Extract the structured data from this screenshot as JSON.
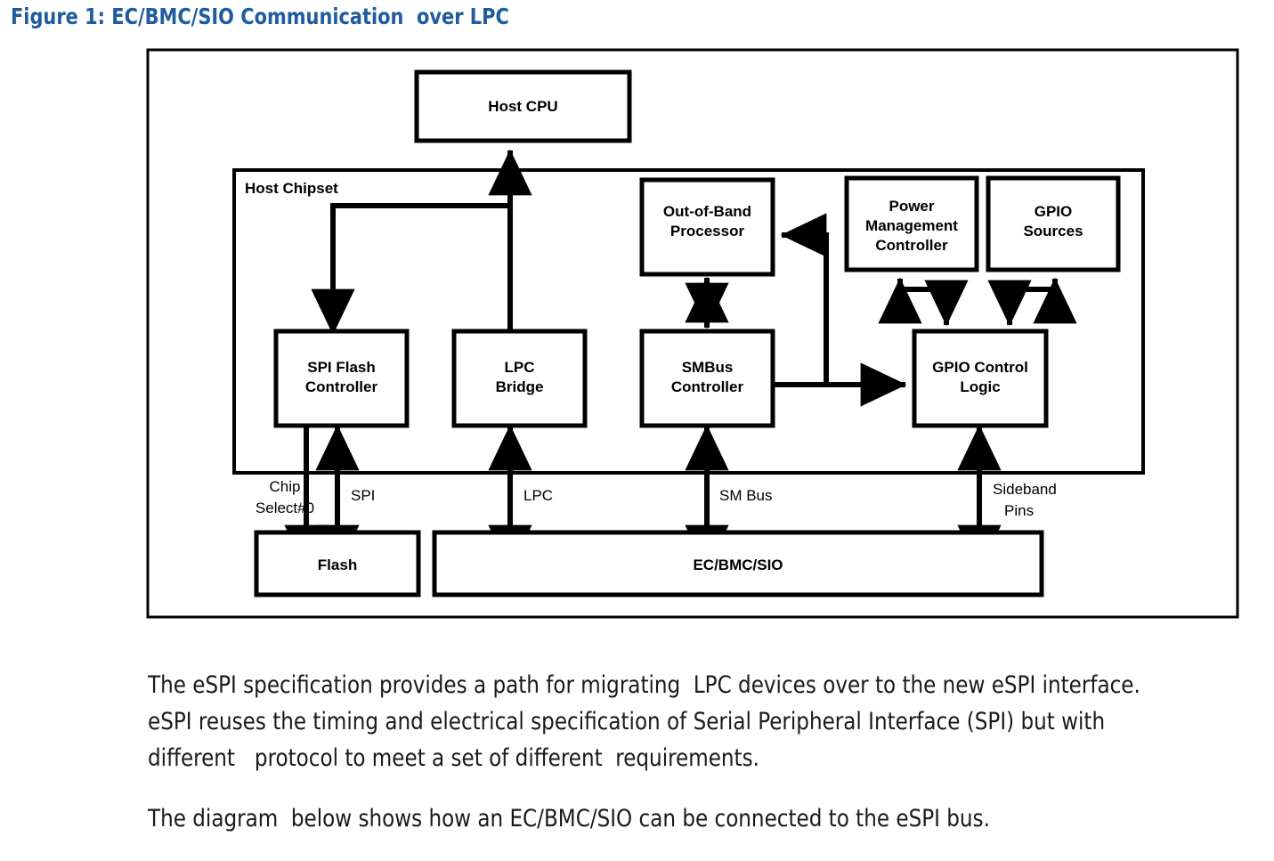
{
  "figure": {
    "title": "Figure 1: EC/BMC/SIO Communication  over LPC"
  },
  "diagram": {
    "outer_frame": "figure-border",
    "container_label": "Host Chipset",
    "blocks": {
      "host_cpu": "Host CPU",
      "out_of_band_processor_line1": "Out-of-Band",
      "out_of_band_processor_line2": "Processor",
      "power_mgmt_line1": "Power",
      "power_mgmt_line2": "Management",
      "power_mgmt_line3": "Controller",
      "gpio_sources_line1": "GPIO",
      "gpio_sources_line2": "Sources",
      "spi_flash_controller_line1": "SPI Flash",
      "spi_flash_controller_line2": "Controller",
      "lpc_bridge_line1": "LPC",
      "lpc_bridge_line2": "Bridge",
      "smbus_controller_line1": "SMBus",
      "smbus_controller_line2": "Controller",
      "gpio_control_logic_line1": "GPIO Control",
      "gpio_control_logic_line2": "Logic",
      "flash": "Flash",
      "ec_bmc_sio": "EC/BMC/SIO"
    },
    "bus_labels": {
      "chip_select_line1": "Chip",
      "chip_select_line2": "Select#0",
      "spi": "SPI",
      "lpc": "LPC",
      "sm_bus": "SM Bus",
      "sideband_line1": "Sideband",
      "sideband_line2": "Pins"
    },
    "colors": {
      "stroke": "#000000",
      "fill": "#ffffff",
      "title": "#1F5C9E"
    }
  },
  "body": {
    "paragraph1": "The eSPI specification provides a path for migrating  LPC devices over to the new eSPI interface. eSPI reuses the timing and electrical specification of Serial Peripheral Interface (SPI) but with different   protocol to meet a set of different  requirements.",
    "paragraph2": "The diagram  below shows how an EC/BMC/SIO can be connected to the eSPI bus."
  }
}
